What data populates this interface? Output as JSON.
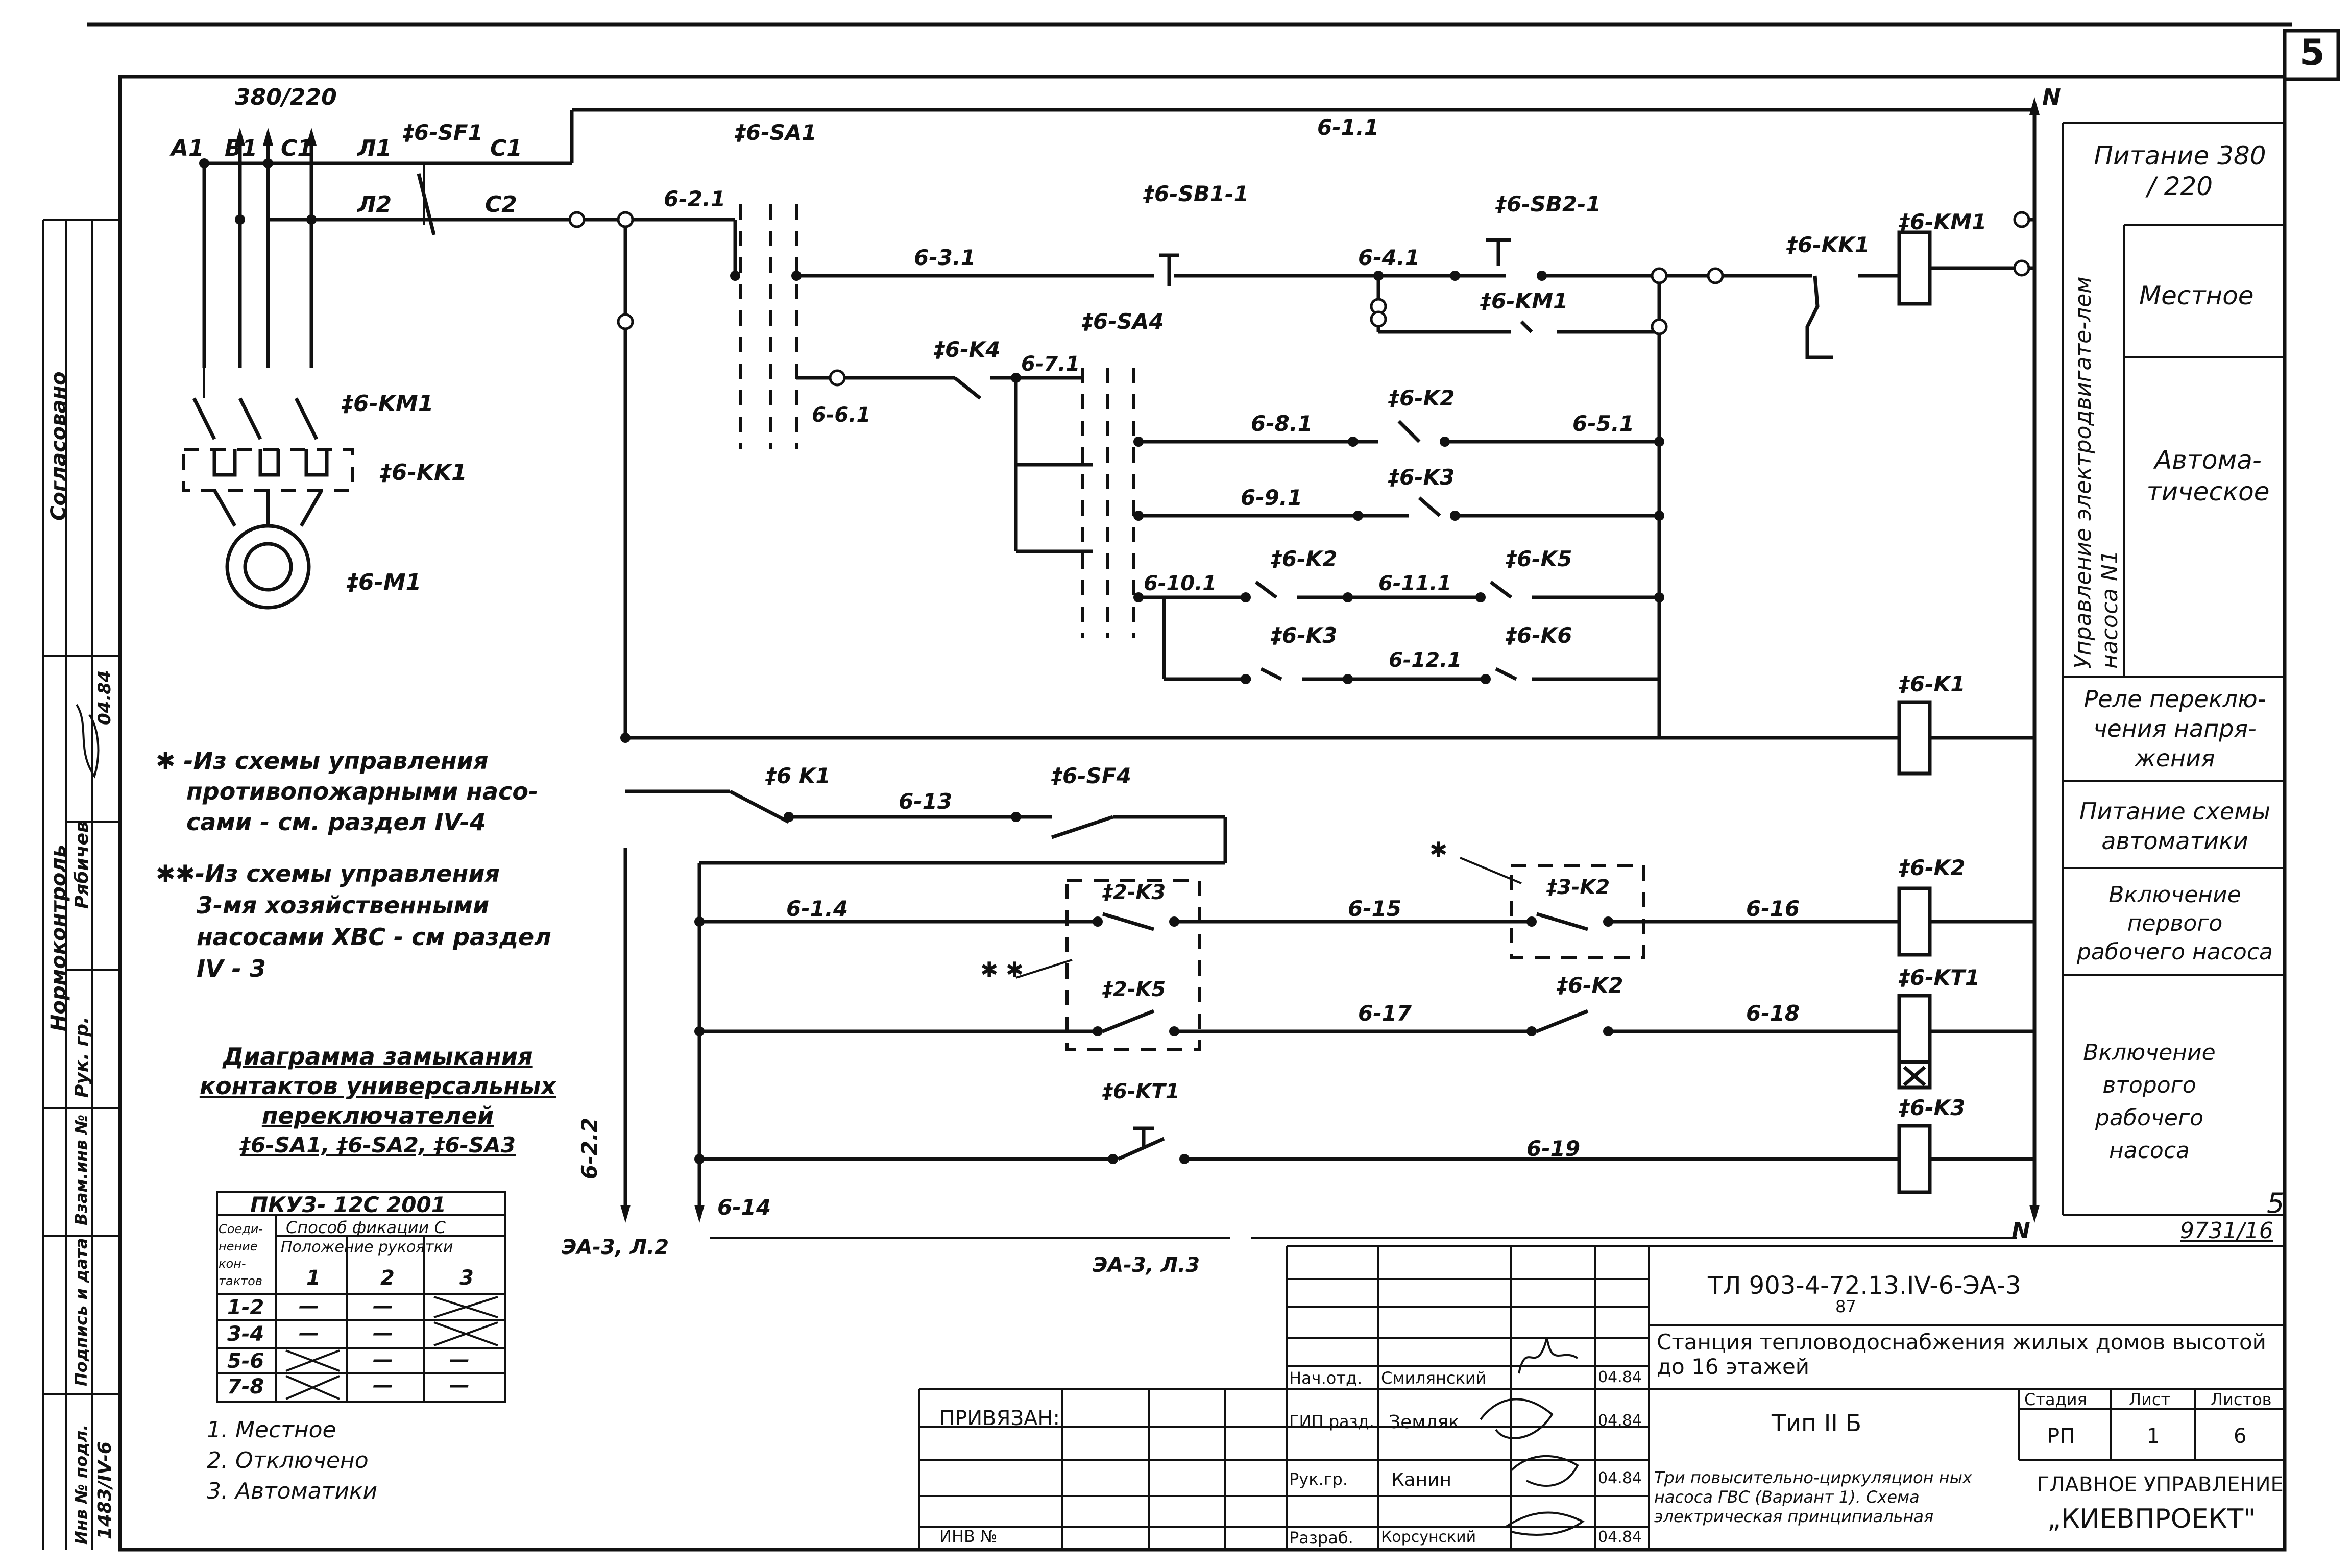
{
  "page_number": "5",
  "sheet_corner_number": "5",
  "sheet_code": "9731/16",
  "supply": {
    "voltage": "380/220",
    "phases": [
      "A1",
      "B1",
      "C1"
    ],
    "neutral": "N",
    "breaker": "‡6-SF1",
    "out_labels": [
      "Л1",
      "Л2",
      "C1",
      "C2"
    ]
  },
  "motor": {
    "contactor": "‡6-KM1",
    "thermal": "‡6-KK1",
    "motor": "‡6-M1"
  },
  "circuit_labels": {
    "w61": "6-1.1",
    "w621": "6-2.1",
    "sa1": "‡6-SA1",
    "sb11": "‡6-SB1-1",
    "sb21": "‡6-SB2-1",
    "w631": "6-3.1",
    "w641": "6-4.1",
    "kk1": "‡6-KK1",
    "km1": "‡6-KM1",
    "km1b": "‡6-KM1",
    "sa4": "‡6-SA4",
    "k4": "‡6-K4",
    "w661": "6-6.1",
    "w671": "6-7.1",
    "w681": "6-8.1",
    "k2a": "‡6-K2",
    "w651": "6-5.1",
    "w691": "6-9.1",
    "k3a": "‡6-K3",
    "w6101": "6-10.1",
    "k2b": "‡6-K2",
    "w6111": "6-11.1",
    "k5": "‡6-K5",
    "k3b": "‡6-K3",
    "w6121": "6-12.1",
    "k6": "‡6-K6",
    "k1": "‡6-K1",
    "k1b": "‡6 K1",
    "w613": "6-13",
    "sf4": "‡6-SF4",
    "w614": "6-1.4",
    "k3c": "‡2-K3",
    "w615": "6-15",
    "k2c": "‡3-K2",
    "w616": "6-16",
    "k2d": "‡6-K2",
    "k5b": "‡2-K5",
    "w617": "6-17",
    "k2e": "‡6-K2",
    "w618": "6-18",
    "kt1": "‡6-KT1",
    "kt1b": "‡6-KT1",
    "w619": "6-19",
    "k3d": "‡6-K3",
    "w622": "6-2.2",
    "w6_14": "6-14",
    "ea3l2": "ЭА-3, Л.2",
    "ea3l3": "ЭА-3, Л.3",
    "star": "✱",
    "dstar": "✱ ✱",
    "nA": "N",
    "nB": "N"
  },
  "notes": {
    "note1": [
      "✱ -Из схемы управления",
      "противопожарными насо-",
      "сами - см. раздел IV-4"
    ],
    "note2": [
      "✱✱-Из схемы управления",
      "3-мя хозяйственными",
      "насосами ХВС - см раздел",
      "IV - 3"
    ]
  },
  "diagram_title": [
    "Диаграмма замыкания",
    "контактов универсальных",
    "переключателей",
    "‡6-SA1, ‡6-SA2, ‡6-SA3"
  ],
  "switch_table": {
    "model": "ПКУ3- 12С 2001",
    "col_header_1": "Соеди-нение кон-тактов",
    "col_header_2": "Способ фикации С",
    "col_header_3": "Положение рукоятки",
    "positions": [
      "1",
      "2",
      "3"
    ],
    "rows": [
      {
        "contacts": "1-2",
        "cells": [
          "—",
          "—",
          "X"
        ]
      },
      {
        "contacts": "3-4",
        "cells": [
          "—",
          "—",
          "X"
        ]
      },
      {
        "contacts": "5-6",
        "cells": [
          "X",
          "—",
          "—"
        ]
      },
      {
        "contacts": "7-8",
        "cells": [
          "X",
          "—",
          "—"
        ]
      }
    ]
  },
  "positions_legend": [
    "1. Местное",
    "2. Отключено",
    "3. Автоматики"
  ],
  "right_panel": [
    "Питание 380 / 220",
    "Местное",
    "Автома-тическое",
    "Управление электродвигате-лем насоса N1",
    "Реле переклю-чения напря-жения",
    "Питание схемы автоматики",
    "Включение первого рабочего насоса",
    "Включение второго рабочего насоса"
  ],
  "left_stamp": {
    "approved": "Согласовано",
    "normcontrol": "Нормоконтроль",
    "worker": "Рябичев",
    "head": "Рук. гр.",
    "date": "04.84",
    "inv_vzam": "Взам.инв №",
    "sign_date": "Подпись и дата",
    "inv_orig": "Инв № подл.",
    "inv_value": "1483/IV-6"
  },
  "title_block": {
    "doc_code": "ТЛ 903-4-72.13.IV-6-ЭА-3",
    "doc_code_sub": "87",
    "project_title": "Станция тепловодоснабжения жилых домов высотой до 16 этажей",
    "type": "Тип II Б",
    "drawing_title": "Три повысительно-циркуляцион ных насоса ГВС (Вариант 1). Схема электрическая принципиальная",
    "bound": "ПРИВЯЗАН:",
    "inv_no": "ИНВ №",
    "stage_label": "Стадия",
    "sheet_label": "Лист",
    "sheets_label": "Листов",
    "stage": "РП",
    "sheet": "1",
    "sheets": "6",
    "org1": "ГЛАВНОЕ УПРАВЛЕНИЕ",
    "org2": "„КИЕВПРОЕКТ\"",
    "people": [
      {
        "role": "Нач.отд.",
        "name": "Смилянский",
        "date": "04.84"
      },
      {
        "role": "ГИП разд.",
        "name": "Земляк",
        "date": "04.84"
      },
      {
        "role": "Рук.гр.",
        "name": "Канин",
        "date": "04.84"
      },
      {
        "role": "Разраб.",
        "name": "Корсунский",
        "date": "04.84"
      }
    ]
  }
}
